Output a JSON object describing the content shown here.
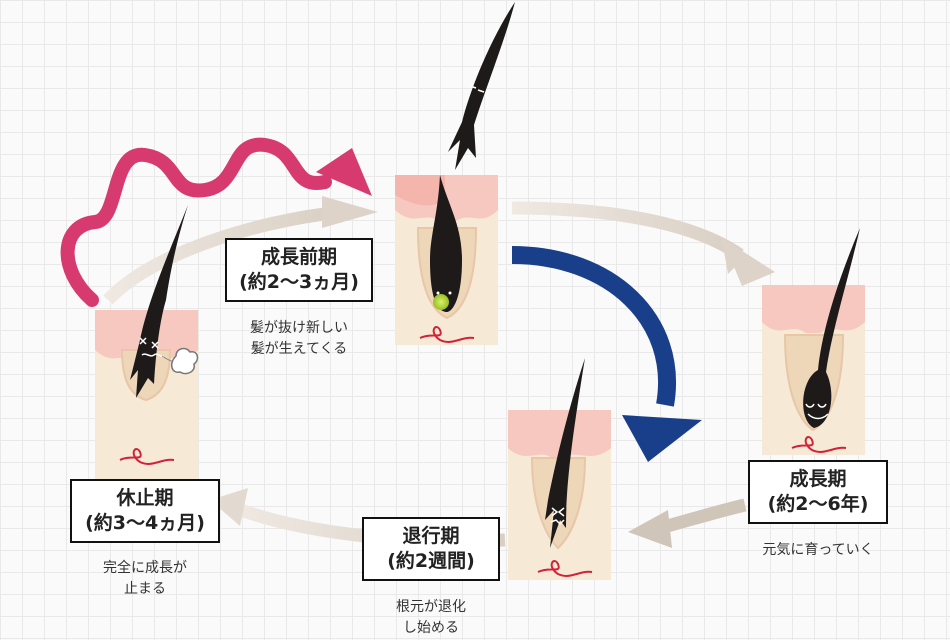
{
  "colors": {
    "skin": "#f6e9d6",
    "skin_pink": "#f7c8c0",
    "hair": "#1e1a1a",
    "cycle_arrow": "#e4ddd4",
    "pink_arrow": "#d63a6e",
    "blue_arrow": "#1a3f8a",
    "root_line": "#d4213a"
  },
  "stages": {
    "anagen_early": {
      "title": "成長前期",
      "period": "(約2〜3ヵ月)",
      "desc": [
        "髪が抜け新しい",
        "髪が生えてくる"
      ]
    },
    "anagen": {
      "title": "成長期",
      "period": "(約2〜6年)",
      "desc": [
        "元気に育っていく"
      ]
    },
    "catagen": {
      "title": "退行期",
      "period": "(約2週間)",
      "desc": [
        "根元が退化",
        "し始める"
      ]
    },
    "telogen": {
      "title": "休止期",
      "period": "(約3〜4ヵ月)",
      "desc": [
        "完全に成長が",
        "止まる"
      ]
    }
  }
}
